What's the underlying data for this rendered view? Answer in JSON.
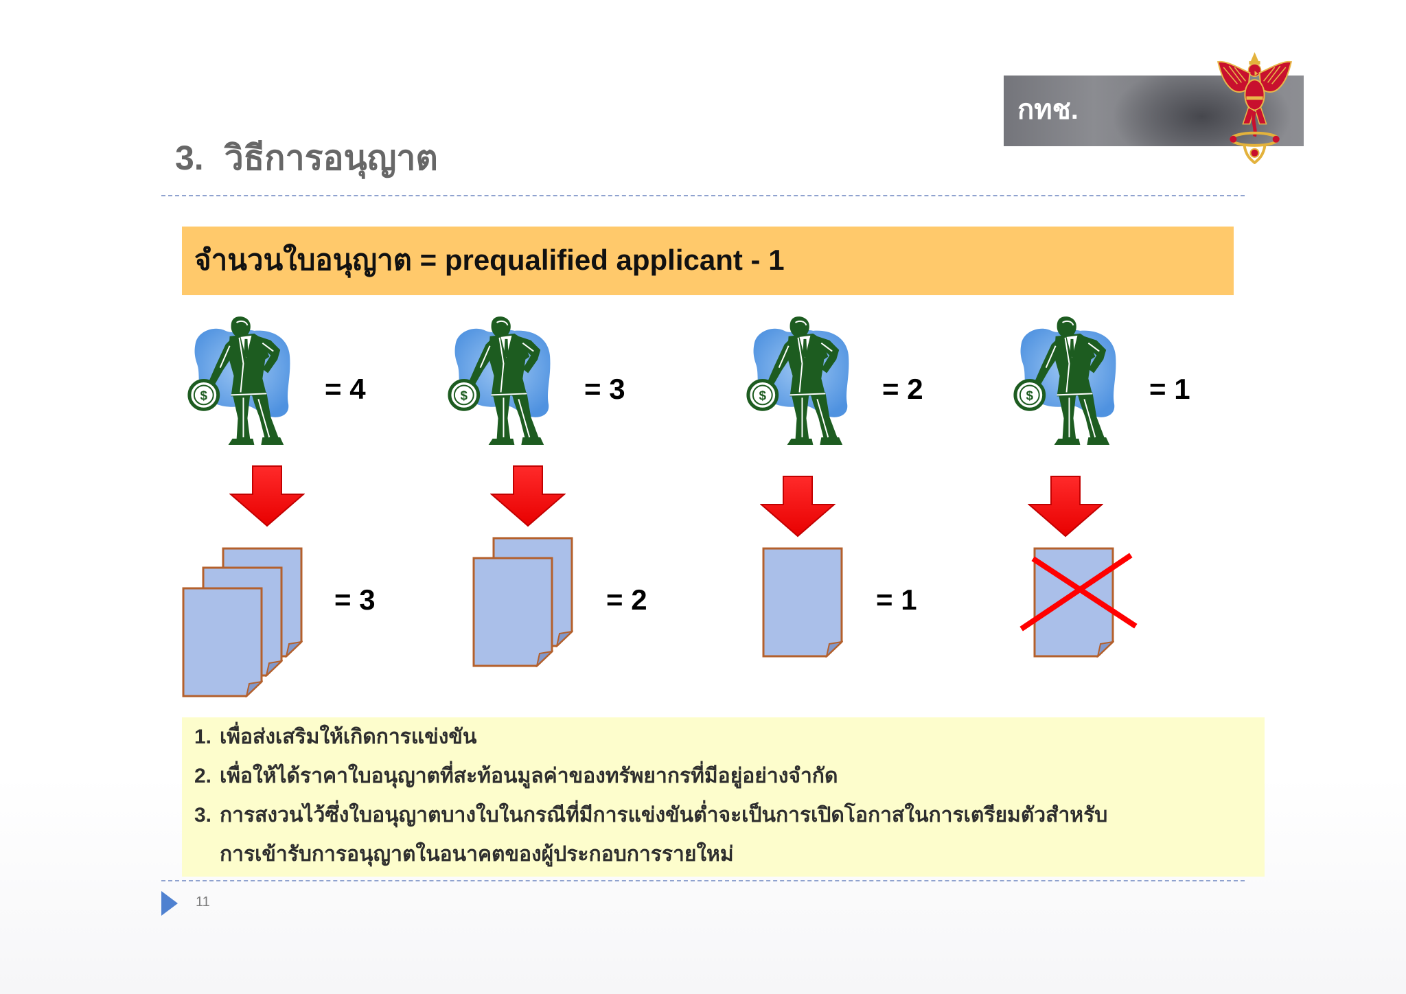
{
  "header": {
    "org_label": "กทช."
  },
  "title": {
    "number": "3.",
    "text": "วิธีการอนุญาต"
  },
  "formula": {
    "text": "จำนวนใบอนุญาต = prequalified applicant - 1"
  },
  "scenarios": [
    {
      "applicants_label": "= 4",
      "licenses_label": "= 3"
    },
    {
      "applicants_label": "= 3",
      "licenses_label": "= 2"
    },
    {
      "applicants_label": "= 2",
      "licenses_label": "= 1"
    },
    {
      "applicants_label": "= 1"
    }
  ],
  "notes": {
    "items": [
      {
        "number": "1.",
        "lines": [
          "เพื่อส่งเสริมให้เกิดการแข่งขัน"
        ]
      },
      {
        "number": "2.",
        "lines": [
          "เพื่อให้ได้ราคาใบอนุญาตที่สะท้อนมูลค่าของทรัพยากรที่มีอยู่อย่างจำกัด"
        ]
      },
      {
        "number": "3.",
        "lines": [
          "การสงวนไว้ซึ่งใบอนุญาตบางใบในกรณีที่มีการแข่งขันต่ำจะเป็นการเปิดโอกาสในการเตรียมตัวสำหรับ",
          "การเข้ารับการอนุญาตในอนาคตของผู้ประกอบการรายใหม่"
        ]
      }
    ]
  },
  "footer": {
    "page_number": "11"
  },
  "icons": {
    "emblem": "garuda-emblem",
    "applicant": "businessman-with-coin-icon",
    "coin_symbol": "$",
    "arrow": "down-arrow-icon",
    "document": "license-document-icon",
    "cross": "cross-out-icon",
    "bullet": "triangle-bullet-icon"
  },
  "colors": {
    "title_text": "#676767",
    "formula_band": "#ffc96b",
    "notes_band": "#fdfdcc",
    "arrow_red": "#ff0000",
    "document_fill": "#aabfe9",
    "document_border": "#b4602c",
    "applicant_green": "#1d5c20",
    "applicant_backdrop": "#5a9be6",
    "divider": "#8fa2cf",
    "bullet_blue": "#4f81d0"
  }
}
